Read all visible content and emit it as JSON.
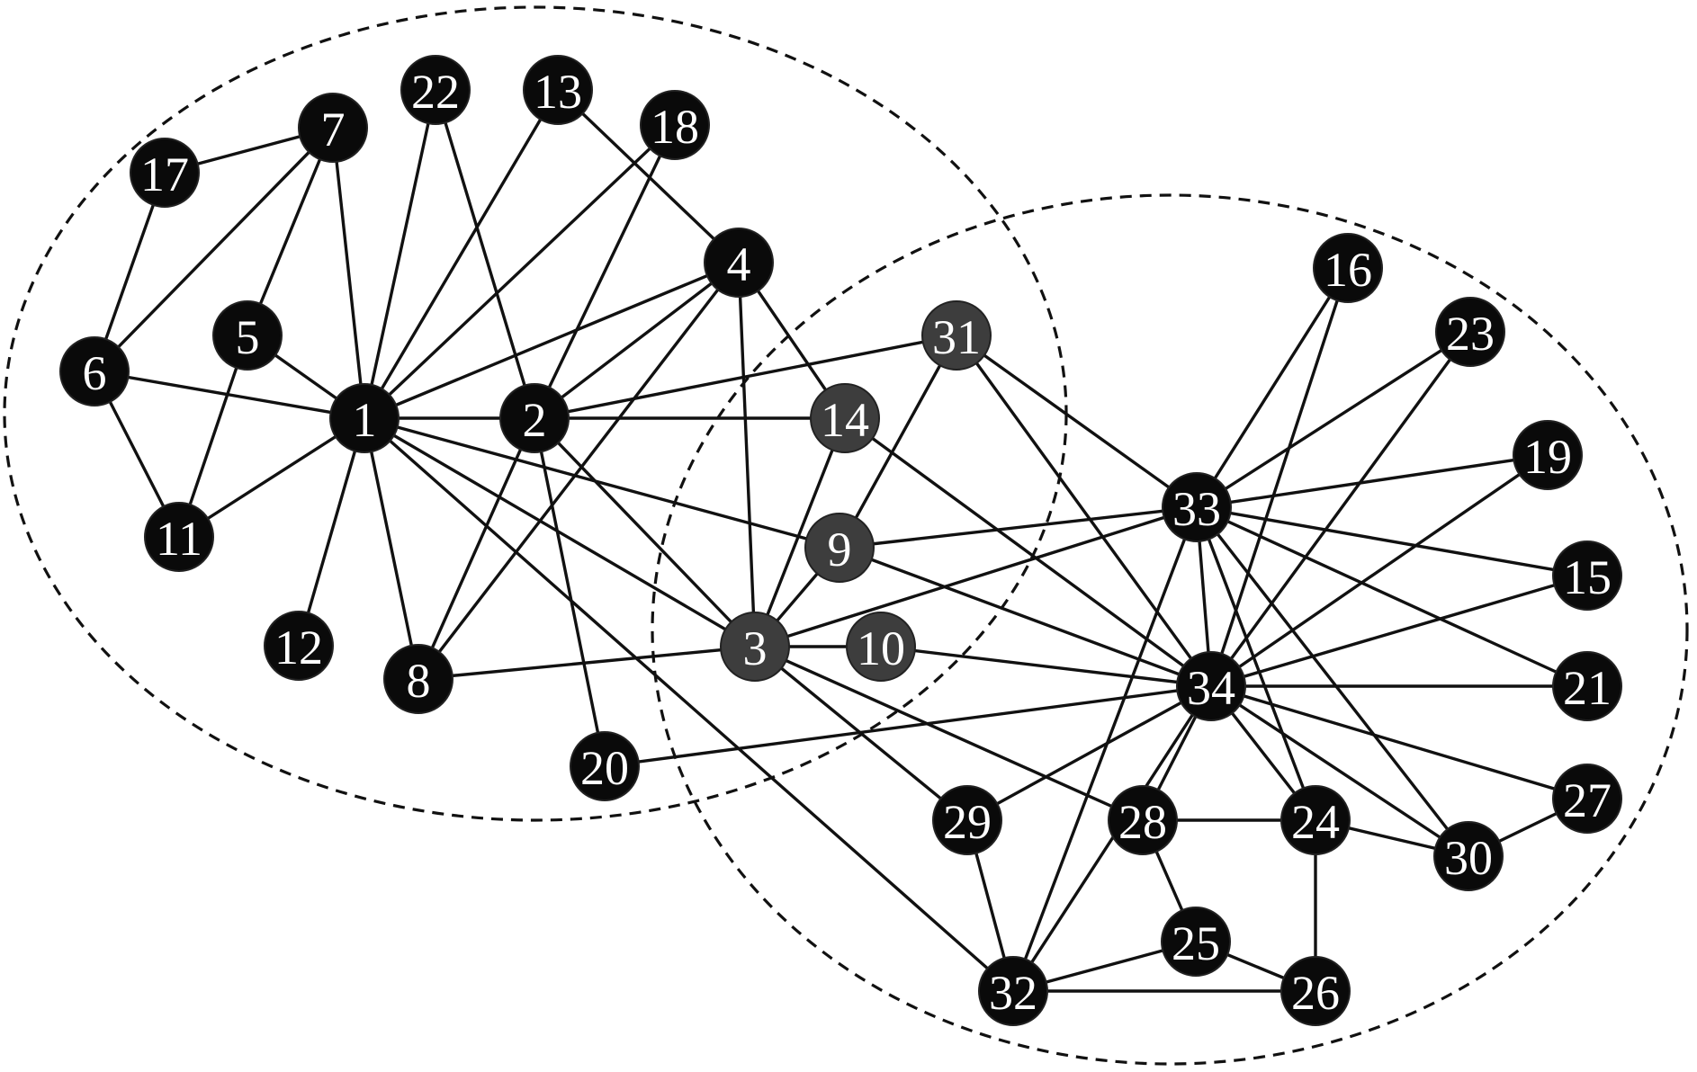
{
  "colors": {
    "background": "#ffffff",
    "line": "#111111",
    "node_fill": "#0a0a0a",
    "overlap_node_fill": "#3d3d3d",
    "label": "#ffffff"
  },
  "communities": [
    {
      "id": "left",
      "style": "dashed"
    },
    {
      "id": "right",
      "style": "dashed"
    }
  ],
  "nodes": [
    {
      "id": "1",
      "label": "1",
      "community": "left"
    },
    {
      "id": "2",
      "label": "2",
      "community": "left"
    },
    {
      "id": "3",
      "label": "3",
      "community": "overlap"
    },
    {
      "id": "4",
      "label": "4",
      "community": "left"
    },
    {
      "id": "5",
      "label": "5",
      "community": "left"
    },
    {
      "id": "6",
      "label": "6",
      "community": "left"
    },
    {
      "id": "7",
      "label": "7",
      "community": "left"
    },
    {
      "id": "8",
      "label": "8",
      "community": "left"
    },
    {
      "id": "9",
      "label": "9",
      "community": "overlap"
    },
    {
      "id": "10",
      "label": "10",
      "community": "overlap"
    },
    {
      "id": "11",
      "label": "11",
      "community": "left"
    },
    {
      "id": "12",
      "label": "12",
      "community": "left"
    },
    {
      "id": "13",
      "label": "13",
      "community": "left"
    },
    {
      "id": "14",
      "label": "14",
      "community": "overlap"
    },
    {
      "id": "15",
      "label": "15",
      "community": "right"
    },
    {
      "id": "16",
      "label": "16",
      "community": "right"
    },
    {
      "id": "17",
      "label": "17",
      "community": "left"
    },
    {
      "id": "18",
      "label": "18",
      "community": "left"
    },
    {
      "id": "19",
      "label": "19",
      "community": "right"
    },
    {
      "id": "20",
      "label": "20",
      "community": "left"
    },
    {
      "id": "21",
      "label": "21",
      "community": "right"
    },
    {
      "id": "22",
      "label": "22",
      "community": "left"
    },
    {
      "id": "23",
      "label": "23",
      "community": "right"
    },
    {
      "id": "24",
      "label": "24",
      "community": "right"
    },
    {
      "id": "25",
      "label": "25",
      "community": "right"
    },
    {
      "id": "26",
      "label": "26",
      "community": "right"
    },
    {
      "id": "27",
      "label": "27",
      "community": "right"
    },
    {
      "id": "28",
      "label": "28",
      "community": "right"
    },
    {
      "id": "29",
      "label": "29",
      "community": "right"
    },
    {
      "id": "30",
      "label": "30",
      "community": "right"
    },
    {
      "id": "31",
      "label": "31",
      "community": "overlap"
    },
    {
      "id": "32",
      "label": "32",
      "community": "right"
    },
    {
      "id": "33",
      "label": "33",
      "community": "right"
    },
    {
      "id": "34",
      "label": "34",
      "community": "right"
    }
  ],
  "edges": [
    [
      "1",
      "2"
    ],
    [
      "1",
      "3"
    ],
    [
      "1",
      "4"
    ],
    [
      "1",
      "5"
    ],
    [
      "1",
      "6"
    ],
    [
      "1",
      "7"
    ],
    [
      "1",
      "8"
    ],
    [
      "1",
      "9"
    ],
    [
      "1",
      "11"
    ],
    [
      "1",
      "12"
    ],
    [
      "1",
      "13"
    ],
    [
      "1",
      "18"
    ],
    [
      "1",
      "22"
    ],
    [
      "1",
      "32"
    ],
    [
      "2",
      "3"
    ],
    [
      "2",
      "4"
    ],
    [
      "2",
      "8"
    ],
    [
      "2",
      "14"
    ],
    [
      "2",
      "18"
    ],
    [
      "2",
      "20"
    ],
    [
      "2",
      "22"
    ],
    [
      "2",
      "31"
    ],
    [
      "3",
      "4"
    ],
    [
      "3",
      "8"
    ],
    [
      "3",
      "9"
    ],
    [
      "3",
      "10"
    ],
    [
      "3",
      "14"
    ],
    [
      "3",
      "28"
    ],
    [
      "3",
      "29"
    ],
    [
      "3",
      "33"
    ],
    [
      "4",
      "8"
    ],
    [
      "4",
      "13"
    ],
    [
      "4",
      "14"
    ],
    [
      "5",
      "7"
    ],
    [
      "5",
      "11"
    ],
    [
      "6",
      "7"
    ],
    [
      "6",
      "11"
    ],
    [
      "6",
      "17"
    ],
    [
      "7",
      "17"
    ],
    [
      "9",
      "31"
    ],
    [
      "9",
      "33"
    ],
    [
      "9",
      "34"
    ],
    [
      "10",
      "34"
    ],
    [
      "14",
      "34"
    ],
    [
      "15",
      "33"
    ],
    [
      "15",
      "34"
    ],
    [
      "16",
      "33"
    ],
    [
      "16",
      "34"
    ],
    [
      "19",
      "33"
    ],
    [
      "19",
      "34"
    ],
    [
      "20",
      "34"
    ],
    [
      "21",
      "33"
    ],
    [
      "21",
      "34"
    ],
    [
      "23",
      "33"
    ],
    [
      "23",
      "34"
    ],
    [
      "24",
      "26"
    ],
    [
      "24",
      "28"
    ],
    [
      "24",
      "30"
    ],
    [
      "24",
      "33"
    ],
    [
      "24",
      "34"
    ],
    [
      "25",
      "26"
    ],
    [
      "25",
      "28"
    ],
    [
      "25",
      "32"
    ],
    [
      "26",
      "32"
    ],
    [
      "27",
      "30"
    ],
    [
      "27",
      "34"
    ],
    [
      "28",
      "34"
    ],
    [
      "29",
      "32"
    ],
    [
      "29",
      "34"
    ],
    [
      "30",
      "33"
    ],
    [
      "30",
      "34"
    ],
    [
      "31",
      "33"
    ],
    [
      "31",
      "34"
    ],
    [
      "32",
      "33"
    ],
    [
      "32",
      "34"
    ],
    [
      "33",
      "34"
    ]
  ]
}
